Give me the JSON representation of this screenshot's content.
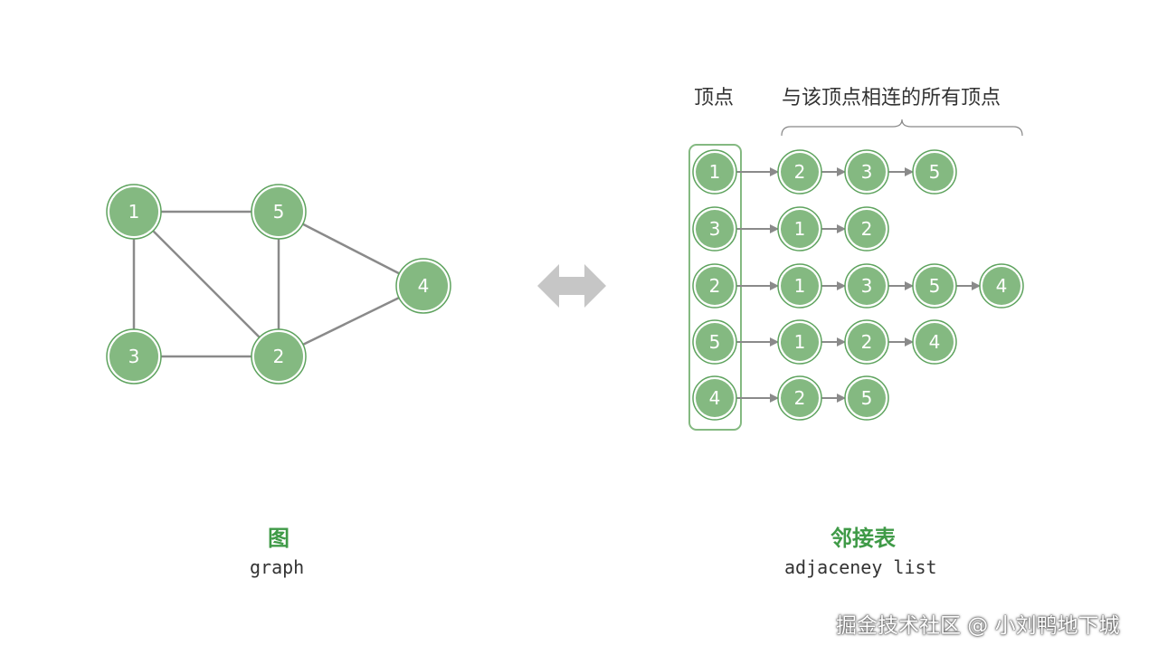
{
  "graph": {
    "nodes": [
      "1",
      "5",
      "4",
      "3",
      "2"
    ],
    "edges": [
      [
        "1",
        "5"
      ],
      [
        "1",
        "3"
      ],
      [
        "1",
        "2"
      ],
      [
        "5",
        "2"
      ],
      [
        "5",
        "4"
      ],
      [
        "3",
        "2"
      ],
      [
        "2",
        "4"
      ]
    ],
    "caption_zh": "图",
    "caption_en": "graph"
  },
  "adjacency_list": {
    "header_vertex": "顶点",
    "header_neighbors": "与该顶点相连的所有顶点",
    "rows": [
      {
        "vertex": "1",
        "neighbors": [
          "2",
          "3",
          "5"
        ]
      },
      {
        "vertex": "3",
        "neighbors": [
          "1",
          "2"
        ]
      },
      {
        "vertex": "2",
        "neighbors": [
          "1",
          "3",
          "5",
          "4"
        ]
      },
      {
        "vertex": "5",
        "neighbors": [
          "1",
          "2",
          "4"
        ]
      },
      {
        "vertex": "4",
        "neighbors": [
          "2",
          "5"
        ]
      }
    ],
    "caption_zh": "邻接表",
    "caption_en": "adjaceney list"
  },
  "watermark": "掘金技术社区 @ 小刘鸭地下城",
  "colors": {
    "node_fill": "#84b981",
    "node_ring": "#5ea35e",
    "edge": "#8a8a8a",
    "caption_green": "#3f9a47",
    "arrow_gray": "#c6c6c6"
  }
}
